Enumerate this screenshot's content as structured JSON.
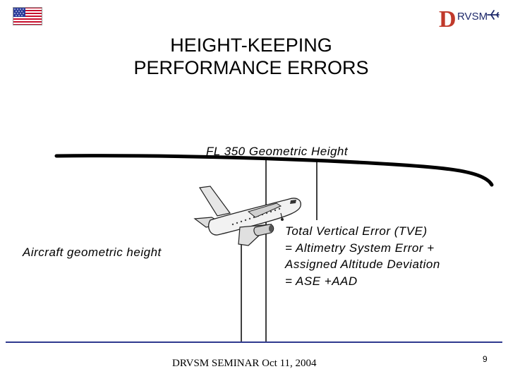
{
  "header": {
    "flag_icon": "us-flag-icon",
    "logo": {
      "letter": "D",
      "text": "RVSM",
      "icon": "airplane-icon"
    }
  },
  "title": {
    "line1": "HEIGHT-KEEPING",
    "line2": "PERFORMANCE ERRORS"
  },
  "diagram": {
    "flight_level_label": "FL 350  Geometric Height",
    "aircraft_label": "Aircraft geometric height",
    "tve_lines": [
      "Total Vertical Error  (TVE)",
      " =  Altimetry System Error +",
      "Assigned Altitude Deviation",
      " = ASE +AAD"
    ]
  },
  "footer": {
    "text": "DRVSM SEMINAR  Oct 11, 2004",
    "page_number": "9",
    "rule_color": "#2f3a8f"
  }
}
